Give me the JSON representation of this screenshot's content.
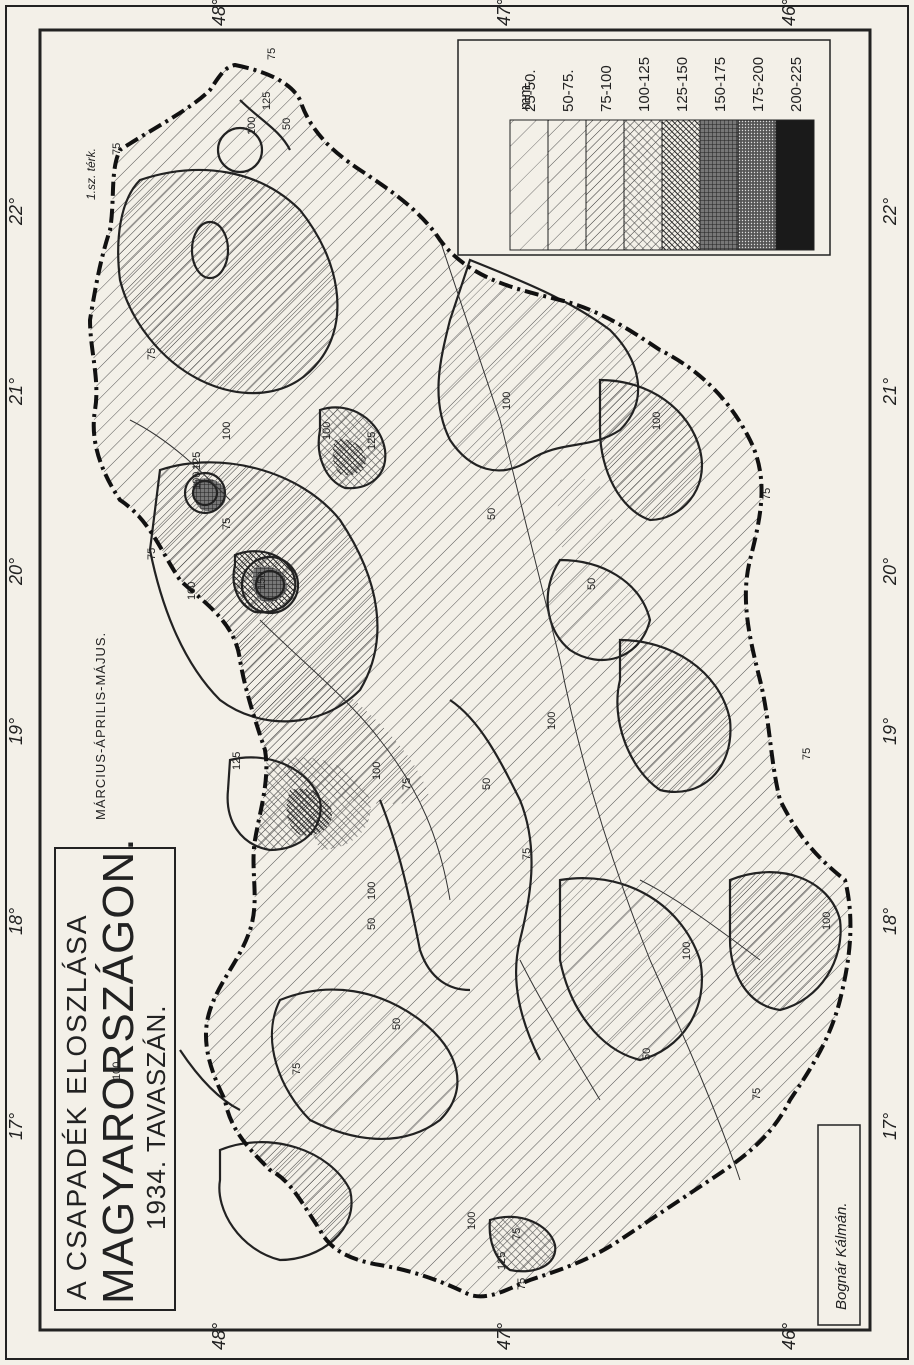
{
  "title": {
    "line1": "A CSAPADÉK ELOSZLÁSA",
    "line2": "MAGYARORSZÁGON.",
    "line3": "1934. TAVASZÁN."
  },
  "season": "MÁRCIUS-ÁPRILIS-MÁJUS.",
  "map_number": "1.sz. térk.",
  "author": "Bognár Kálmán.",
  "legend": {
    "unit": "mm.",
    "classes": [
      {
        "label": "25-50.",
        "pattern": "sparse-hatch"
      },
      {
        "label": "50-75.",
        "pattern": "hatch"
      },
      {
        "label": "75-100",
        "pattern": "dense-hatch"
      },
      {
        "label": "100-125",
        "pattern": "cross-light"
      },
      {
        "label": "125-150",
        "pattern": "cross-dense"
      },
      {
        "label": "150-175",
        "pattern": "grid"
      },
      {
        "label": "175-200",
        "pattern": "dots"
      },
      {
        "label": "200-225",
        "pattern": "solid"
      }
    ]
  },
  "lon_labels": [
    "17°",
    "18°",
    "19°",
    "20°",
    "21°",
    "22°"
  ],
  "lat_labels": [
    "48°",
    "47°",
    "46°"
  ],
  "isohyet_labels": [
    "75",
    "100",
    "50",
    "125",
    "75",
    "100",
    "125",
    "100",
    "75",
    "50",
    "100",
    "125",
    "100",
    "75",
    "50",
    "75",
    "100",
    "50",
    "100",
    "75",
    "125",
    "100",
    "75",
    "50",
    "100",
    "75",
    "75",
    "100",
    "125",
    "150",
    "100",
    "75",
    "50",
    "75",
    "100",
    "75",
    "100",
    "50",
    "75",
    "100"
  ]
}
